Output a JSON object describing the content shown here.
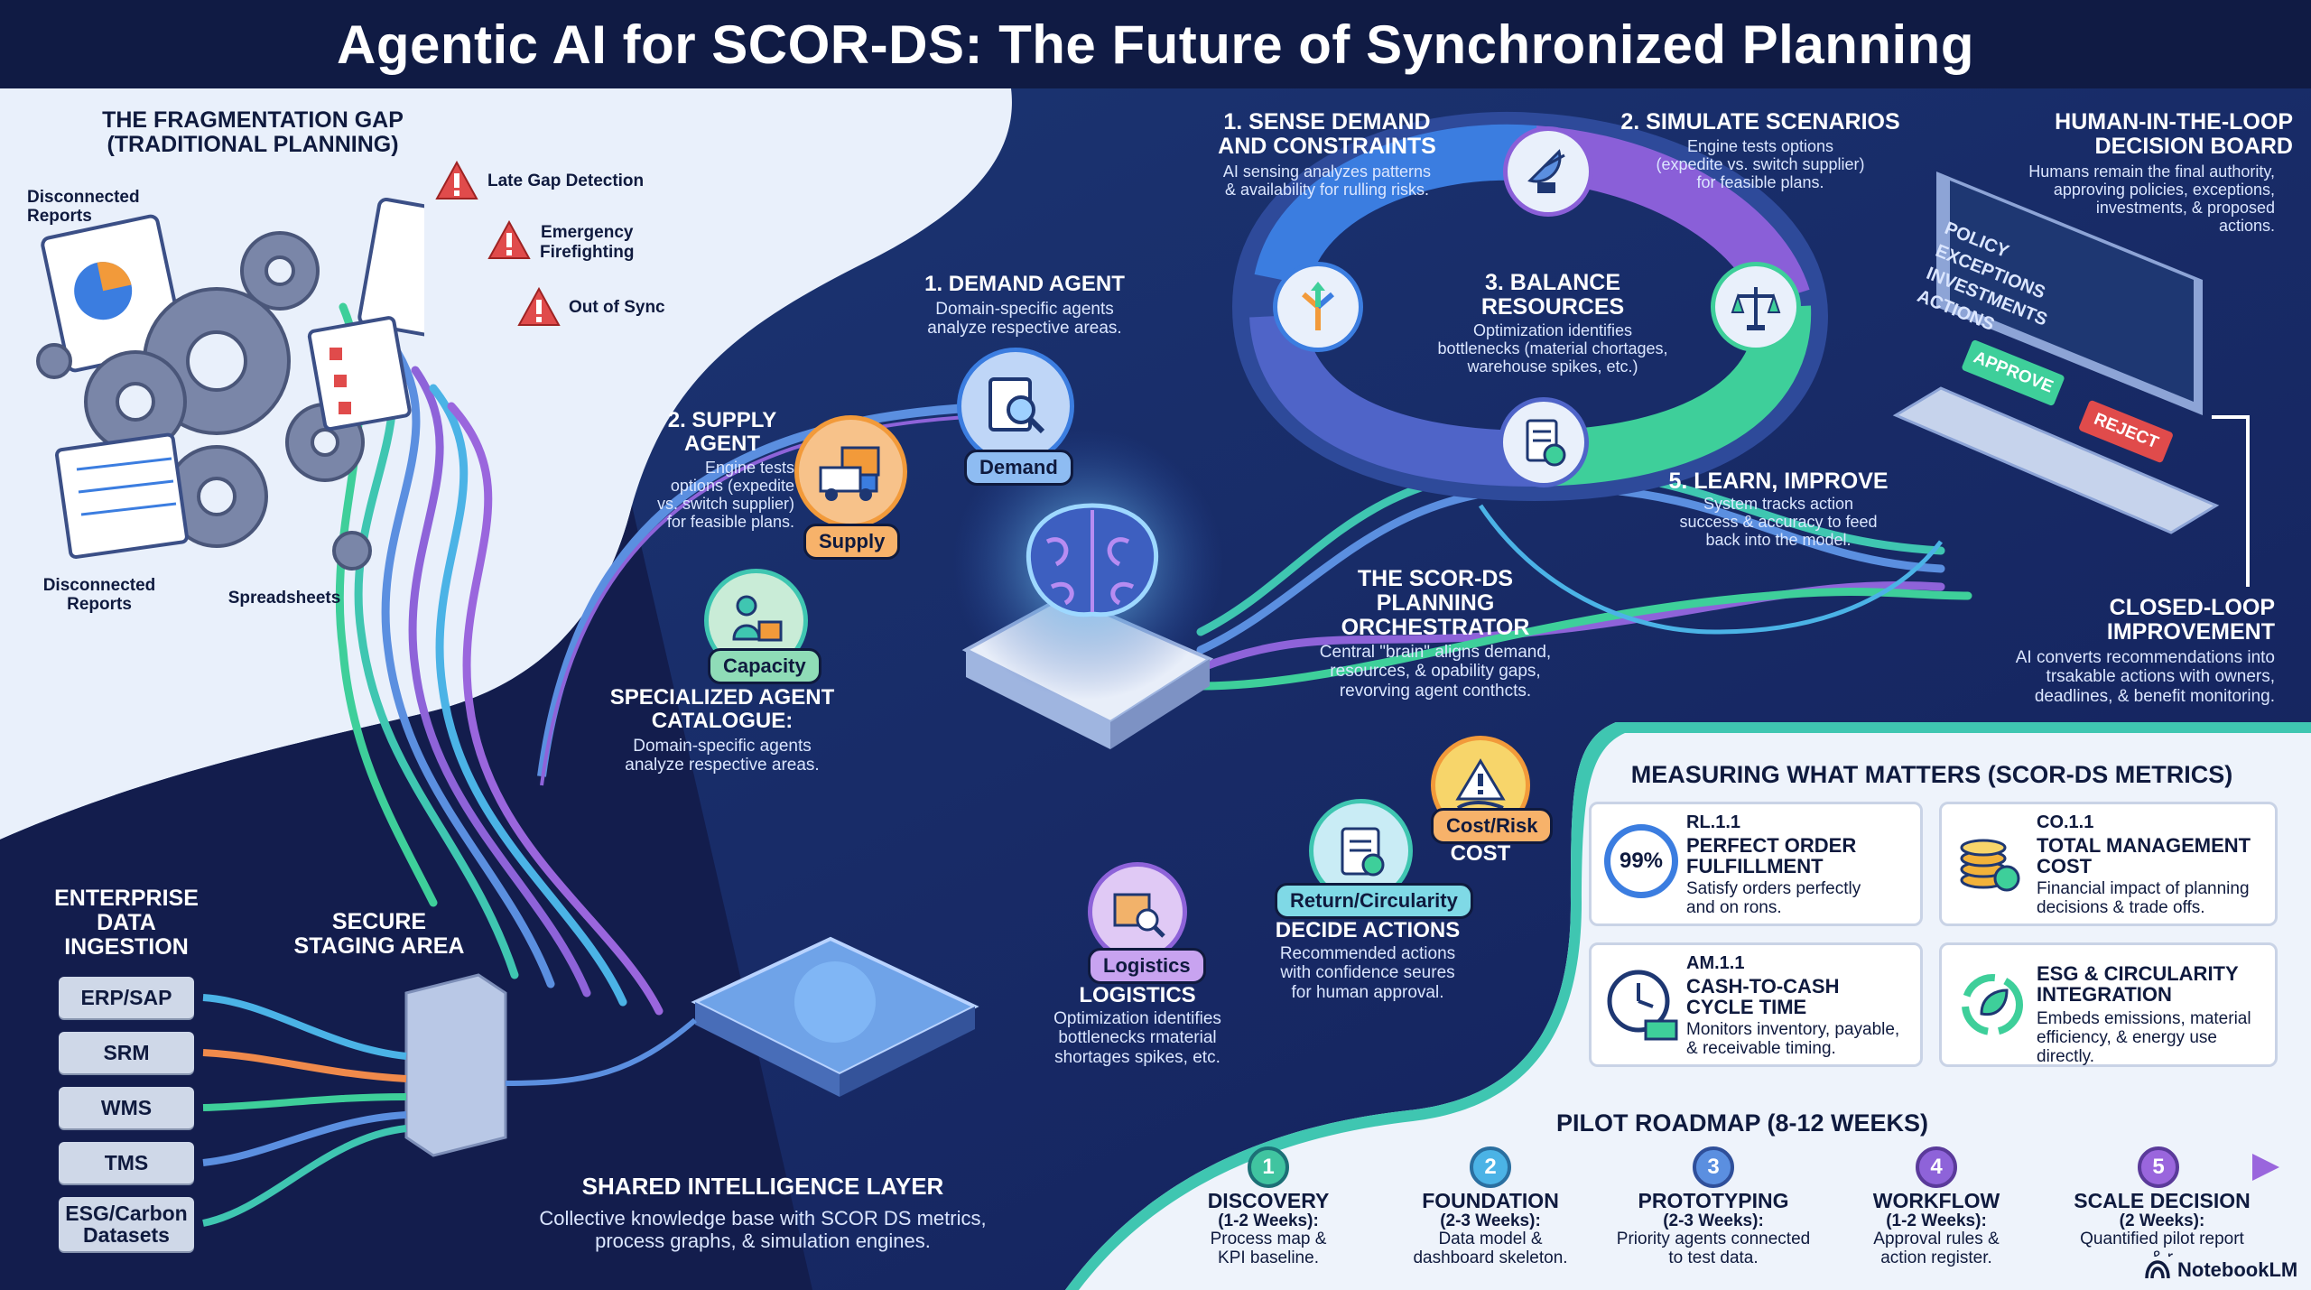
{
  "title": "Agentic AI for SCOR-DS: The Future of Synchronized Planning",
  "fragmentation": {
    "heading_1": "THE FRAGMENTATION GAP",
    "heading_2": "(TRADITIONAL PLANNING)",
    "label_reports_top": "Disconnected\nReports",
    "label_reports_bottom": "Disconnected\nReports",
    "label_spreadsheets": "Spreadsheets",
    "warnings": [
      "Late Gap Detection",
      "Emergency\nFirefighting",
      "Out of Sync"
    ]
  },
  "ingestion": {
    "heading": "ENTERPRISE\nDATA\nINGESTION",
    "sources": [
      "ERP/SAP",
      "SRM",
      "WMS",
      "TMS",
      "ESG/Carbon\nDatasets"
    ],
    "staging": "SECURE\nSTAGING AREA"
  },
  "shared": {
    "heading": "SHARED INTELLIGENCE LAYER",
    "desc": "Collective knowledge base with SCOR DS metrics,\nprocess graphs, & simulation engines."
  },
  "catalogue": {
    "heading": "SPECIALIZED AGENT\nCATALOGUE:",
    "desc": "Domain-specific agents\nanalyze respective areas."
  },
  "agents": {
    "demand": {
      "heading": "1. DEMAND AGENT",
      "desc": "Domain-specific agents\nanalyze respective areas.",
      "tag": "Demand"
    },
    "supply": {
      "heading": "2. SUPPLY\nAGENT",
      "desc": "Engine tests\noptions (expedite\nvs. switch supplier)\nfor feasible plans.",
      "tag": "Supply"
    },
    "capacity": {
      "tag": "Capacity"
    },
    "logistics": {
      "tag": "Logistics",
      "heading": "LOGISTICS",
      "desc": "Optimization identifies\nbottlenecks rmaterial\nshortages spikes, etc."
    },
    "return": {
      "tag": "Return/Circularity"
    },
    "cost": {
      "tag": "Cost/Risk",
      "label": "COST"
    }
  },
  "orchestrator": {
    "heading": "THE SCOR-DS\nPLANNING\nORCHESTRATOR",
    "desc": "Central \"brain\" aligns demand,\nresources, & opability gaps,\nrevorving agent conthcts."
  },
  "decide": {
    "heading": "DECIDE ACTIONS",
    "desc": "Recommended actions\nwith confidence seures\nfor human approval."
  },
  "cycle": {
    "sense": {
      "heading": "1. SENSE DEMAND\nAND CONSTRAINTS",
      "desc": "AI sensing analyzes patterns\n& availability for rulling risks."
    },
    "simulate": {
      "heading": "2. SIMULATE SCENARIOS",
      "desc": "Engine tests options\n(expedite vs. switch supplier)\nfor feasible plans."
    },
    "balance": {
      "heading": "3. BALANCE\nRESOURCES",
      "desc": "Optimization identifies\nbottlenecks (material chortages,\nwarehouse spikes, etc.)"
    },
    "learn": {
      "heading": "5. LEARN, IMPROVE",
      "desc": "System tracks action\nsuccess & accuracy to feed\nback into the model."
    }
  },
  "hitl": {
    "heading": "HUMAN-IN-THE-LOOP\nDECISION BOARD",
    "desc": "Humans remain the final authority,\napproving policies, exceptions,\ninvestments, & proposed\nactions.",
    "screen_items": [
      "POLICY",
      "EXCEPTIONS",
      "INVESTMENTS",
      "ACTIONS"
    ],
    "approve": "APPROVE",
    "reject": "REJECT"
  },
  "closed_loop": {
    "heading": "CLOSED-LOOP\nIMPROVEMENT",
    "desc": "AI converts recommendations into\ntrsakable actions with owners,\ndeadlines, & benefit monitoring."
  },
  "metrics": {
    "heading": "MEASURING WHAT MATTERS (SCOR-DS METRICS)",
    "cards": [
      {
        "code": "RL.1.1",
        "name": "PERFECT ORDER\nFULFILLMENT",
        "desc": "Satisfy orders perfectly\nand on rons.",
        "badge": "99%"
      },
      {
        "code": "CO.1.1",
        "name": "TOTAL MANAGEMENT\nCOST",
        "desc": "Financial impact of planning\ndecisions & trade offs."
      },
      {
        "code": "AM.1.1",
        "name": "CASH-TO-CASH\nCYCLE TIME",
        "desc": "Monitors inventory, payable,\n& receivable timing."
      },
      {
        "code": "",
        "name": "ESG & CIRCULARITY\nINTEGRATION",
        "desc": "Embeds emissions, material\nefficiency, & energy use directly."
      }
    ]
  },
  "roadmap": {
    "heading": "PILOT ROADMAP (8-12 WEEKS)",
    "steps": [
      {
        "n": "1",
        "name": "DISCOVERY",
        "dur": "(1-2 Weeks):",
        "desc": "Process map &\nKPI baseline."
      },
      {
        "n": "2",
        "name": "FOUNDATION",
        "dur": "(2-3 Weeks):",
        "desc": "Data model &\ndashboard skeleton."
      },
      {
        "n": "3",
        "name": "PROTOTYPING",
        "dur": "(2-3 Weeks):",
        "desc": "Priority agents connected\nto test data."
      },
      {
        "n": "4",
        "name": "WORKFLOW",
        "dur": "(1-2 Weeks):",
        "desc": "Approval rules &\naction register."
      },
      {
        "n": "5",
        "name": "SCALE DECISION",
        "dur": "(2 Weeks):",
        "desc": "Quantified pilot report\n& r"
      }
    ]
  },
  "brand": "NotebookLM",
  "colors": {
    "navy": "#101b44",
    "panel": "#1a2d66",
    "teal": "#3fc6b1",
    "orange": "#f29a3a",
    "purple": "#8e63d9",
    "light": "#e9f0fb"
  }
}
